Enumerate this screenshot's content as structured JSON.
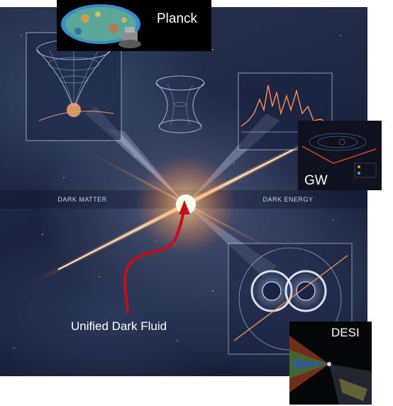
{
  "labels": {
    "dark_matter": "DARK MATTER",
    "dark_energy": "DARK ENERGY",
    "caption": "Unified Dark Fluid"
  },
  "insets": {
    "planck": "Planck",
    "gw": "GW",
    "desi": "DESI"
  },
  "colors": {
    "background": "#1c2540",
    "beam": "#ff9a4a",
    "arrow": "#c01018"
  }
}
